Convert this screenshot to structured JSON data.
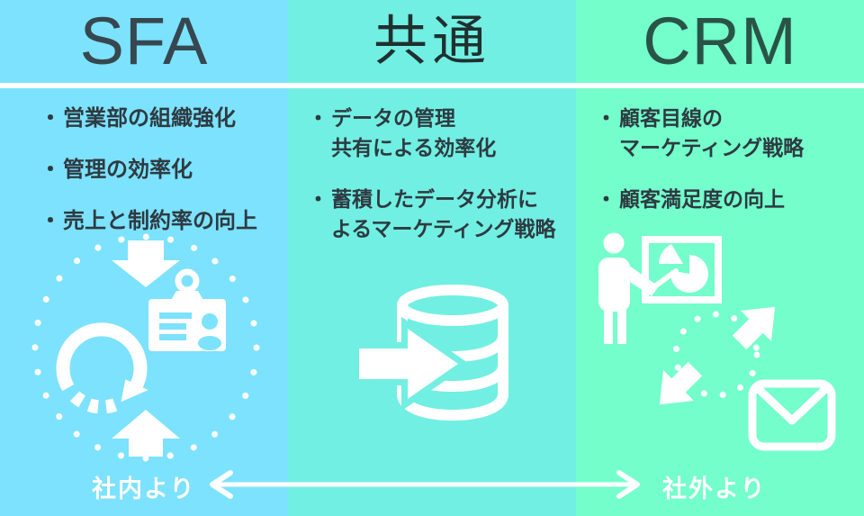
{
  "bullet_marker": "・",
  "columns": [
    {
      "id": "sfa",
      "title": "SFA",
      "bg_color": "#7CE2FD",
      "title_color": "#37474F",
      "text_color": "#2E3A41",
      "icon": "cycle-idcard-icon",
      "bullets": [
        {
          "lines": [
            "営業部の組織強化"
          ]
        },
        {
          "lines": [
            "管理の効率化"
          ]
        },
        {
          "lines": [
            "売上と制約率の向上"
          ]
        }
      ]
    },
    {
      "id": "common",
      "title": "共通",
      "bg_color": "#71EFE2",
      "title_color": "#20302F",
      "text_color": "#2E3A41",
      "icon": "database-import-icon",
      "bullets": [
        {
          "lines": [
            "データの管理",
            "共有による効率化"
          ]
        },
        {
          "lines": [
            "蓄積したデータ分析に",
            "よるマーケティング戦略"
          ]
        }
      ]
    },
    {
      "id": "crm",
      "title": "CRM",
      "bg_color": "#73FECB",
      "title_color": "#2A5347",
      "text_color": "#2E3A41",
      "icons": [
        "presenter-chart-icon",
        "cycle-arrows-icon",
        "mail-icon"
      ],
      "bullets": [
        {
          "lines": [
            "顧客目線の",
            "マーケティング戦略"
          ]
        },
        {
          "lines": [
            "顧客満足度の向上"
          ]
        }
      ]
    }
  ],
  "footer": {
    "left_label": "社内より",
    "right_label": "社外より",
    "arrow_color": "#FFFFFF"
  }
}
